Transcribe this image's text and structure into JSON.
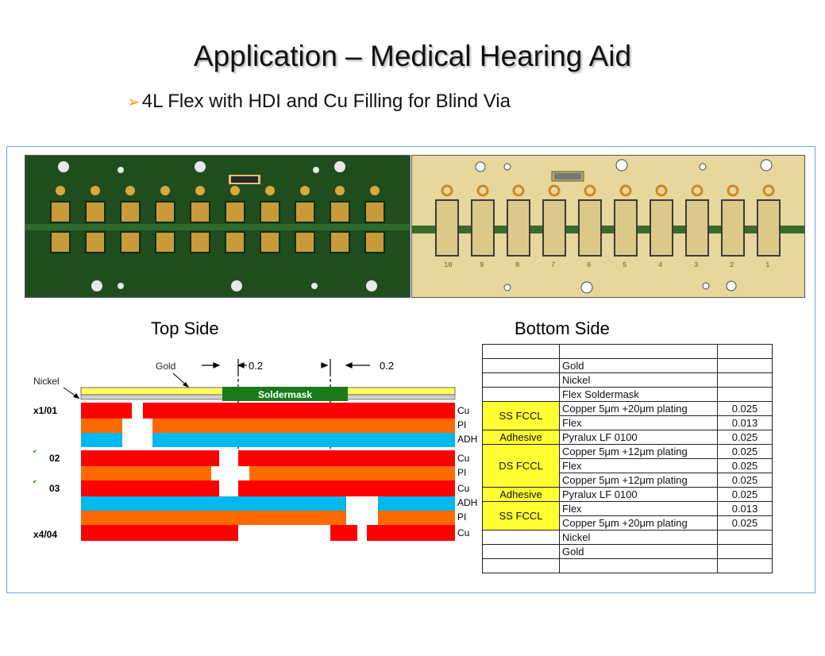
{
  "title": "Application – Medical Hearing Aid",
  "subtitle": "4L Flex with HDI and Cu Filling for Blind Via",
  "photos": {
    "top_label": "Top Side",
    "bottom_label": "Bottom Side",
    "bottom_numbers": [
      "10",
      "9",
      "8",
      "7",
      "6",
      "5",
      "4",
      "3",
      "2",
      "1"
    ]
  },
  "stackup": {
    "gold": "Gold",
    "nickel": "Nickel",
    "soldermask": "Soldermask",
    "dim_left": "0.2",
    "dim_right": "0.2",
    "layer_labels": [
      "x1/01",
      "02",
      "03",
      "x4/04"
    ],
    "material_labels": [
      "Cu",
      "PI",
      "ADH",
      "Cu",
      "PI",
      "Cu",
      "ADH",
      "PI",
      "Cu"
    ]
  },
  "layer_table": [
    {
      "group": "",
      "material": "",
      "thickness": ""
    },
    {
      "group": "",
      "material": "Gold",
      "thickness": ""
    },
    {
      "group": "",
      "material": "Nickel",
      "thickness": ""
    },
    {
      "group": "",
      "material": "Flex Soldermask",
      "thickness": ""
    },
    {
      "group": "SS FCCL",
      "material": "Copper 5μm +20μm plating",
      "thickness": "0.025"
    },
    {
      "group": "",
      "material": "Flex",
      "thickness": "0.013"
    },
    {
      "group": "Adhesive",
      "material": "Pyralux LF 0100",
      "thickness": "0.025"
    },
    {
      "group": "DS FCCL",
      "material": "Copper 5μm +12μm plating",
      "thickness": "0.025"
    },
    {
      "group": "",
      "material": "Flex",
      "thickness": "0.025"
    },
    {
      "group": "",
      "material": "Copper 5μm +12μm plating",
      "thickness": "0.025"
    },
    {
      "group": "Adhesive",
      "material": "Pyralux LF 0100",
      "thickness": "0.025"
    },
    {
      "group": "SS FCCL",
      "material": "Flex",
      "thickness": "0.013"
    },
    {
      "group": "",
      "material": "Copper 5μm +20μm plating",
      "thickness": "0.025"
    },
    {
      "group": "",
      "material": "Nickel",
      "thickness": ""
    },
    {
      "group": "",
      "material": "Gold",
      "thickness": ""
    },
    {
      "group": "",
      "material": "",
      "thickness": ""
    }
  ],
  "colors": {
    "copper": "#ff0000",
    "polyimide": "#ff6a00",
    "adhesive": "#00b8f0",
    "gold": "#ffff66",
    "soldermask": "#1a7a1a",
    "table_highlight": "#ffff33"
  }
}
